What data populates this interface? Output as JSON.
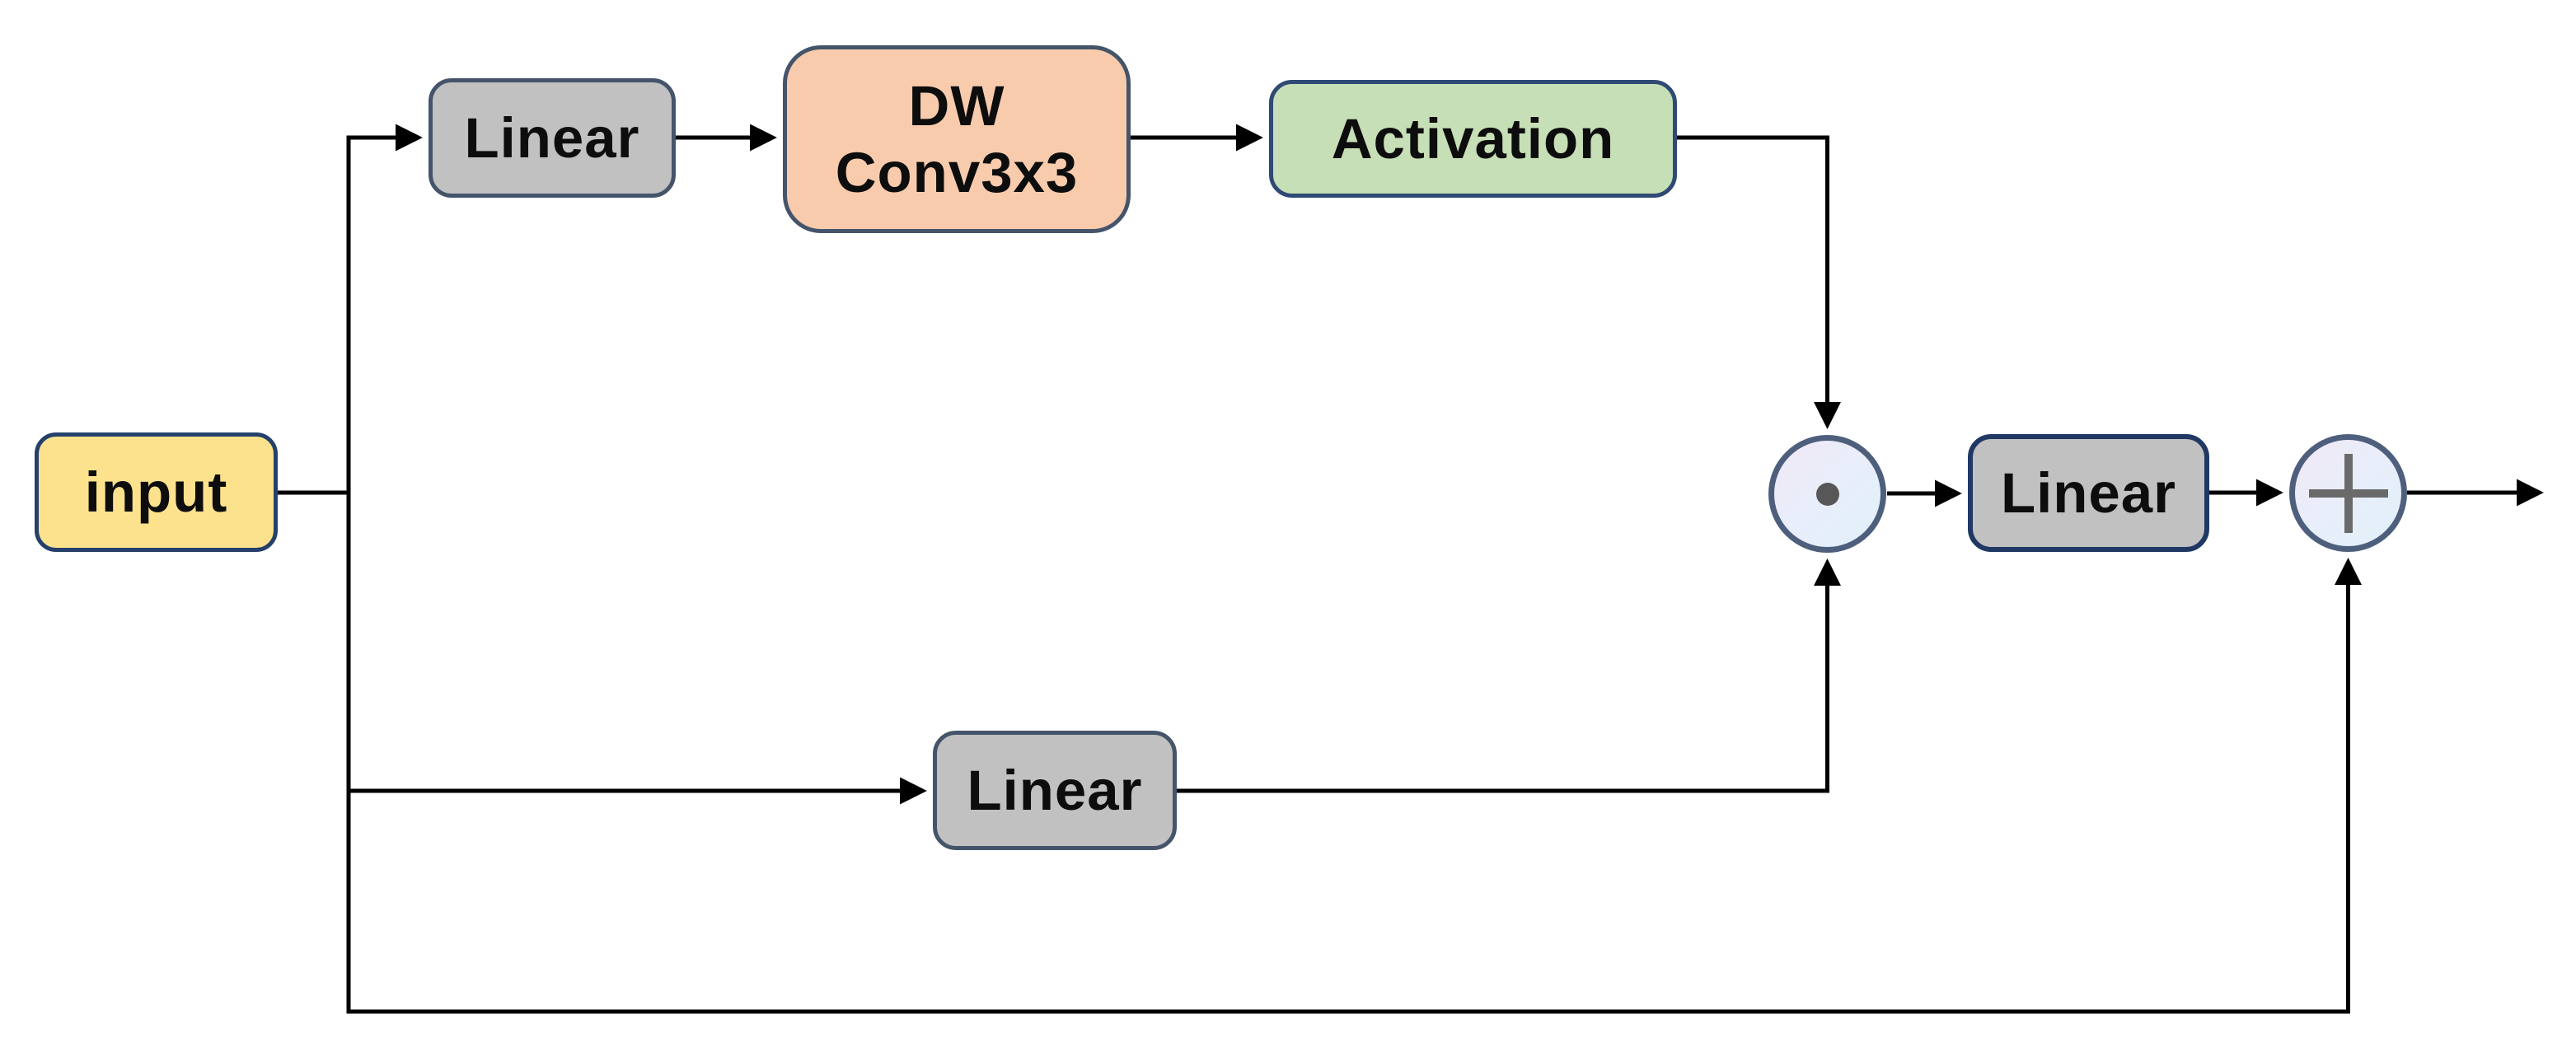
{
  "diagram": {
    "type": "neural-network-block-flowchart",
    "nodes": {
      "input": {
        "label": "input",
        "fill": "#fce28c",
        "border": "#24406b"
      },
      "linear_top": {
        "label": "Linear",
        "fill": "#c1c1c1",
        "border": "#44546a"
      },
      "dw_conv": {
        "line1": "DW",
        "line2": "Conv3x3",
        "fill": "#f8cbad",
        "border": "#44546a"
      },
      "activation": {
        "label": "Activation",
        "fill": "#c7dfb6",
        "border": "#2e4a75"
      },
      "linear_mid": {
        "label": "Linear",
        "fill": "#c1c1c1",
        "border": "#44546a"
      },
      "multiply_op": {
        "icon": "dot-icon",
        "fill_gradient": [
          "#f2e8f6",
          "#e0f0fa"
        ],
        "border": "#4e5f7d"
      },
      "linear_right": {
        "label": "Linear",
        "fill": "#c1c1c1",
        "border": "#203864"
      },
      "add_op": {
        "icon": "plus-icon",
        "fill_gradient": [
          "#f2e8f6",
          "#e0f0fa"
        ],
        "border": "#4e5f7d"
      }
    },
    "connector_color": "#000000",
    "background": "#ffffff"
  }
}
